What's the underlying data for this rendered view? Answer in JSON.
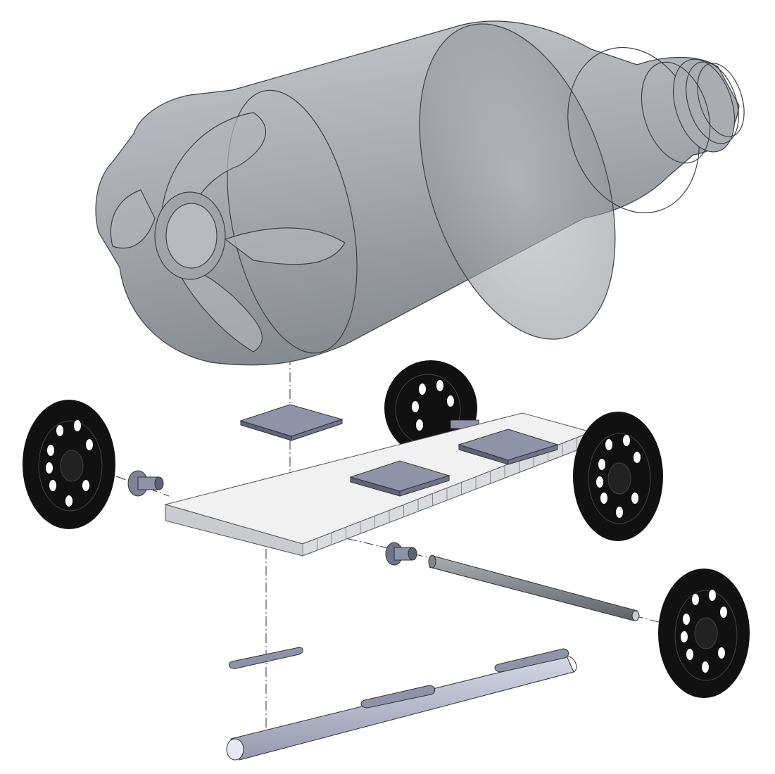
{
  "colors": {
    "background": "#ffffff",
    "bottle_fill": "#9a9ea3",
    "bottle_edge": "#3c3f44",
    "wheel": "#111111",
    "wheel_hole": "#ffffff",
    "chassis_top": "#f1f1f1",
    "chassis_edge": "#8d9096",
    "pad": "#8e93a8",
    "axle": "#7f858a",
    "lower_rod": "#b4b8cc"
  },
  "parts": [
    "bottle",
    "wheel",
    "wheel",
    "wheel",
    "wheel",
    "chassis",
    "pad",
    "pad",
    "pad",
    "bushing",
    "bushing",
    "axle",
    "rod",
    "strip"
  ]
}
